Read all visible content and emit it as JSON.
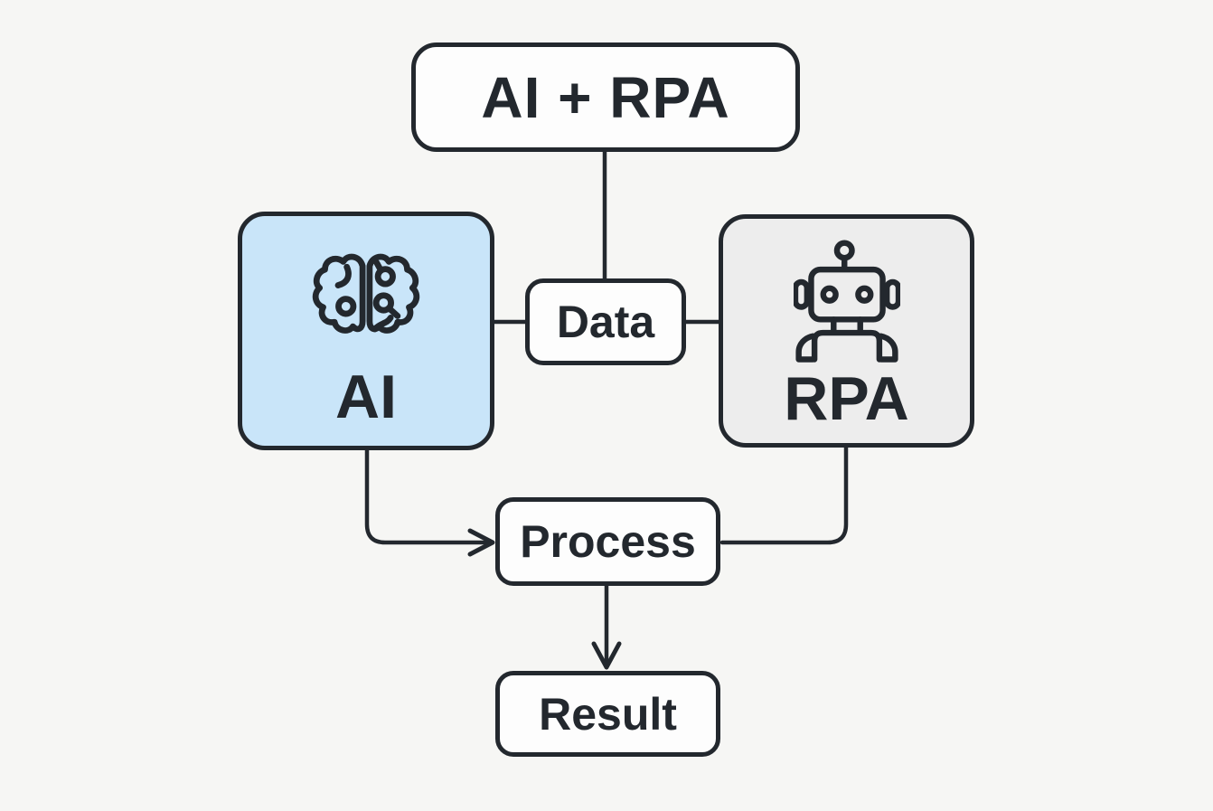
{
  "colors": {
    "background": "#f6f6f4",
    "stroke": "#23282e",
    "text": "#23282e",
    "node_fill": "#fdfdfd",
    "ai_fill": "#c9e5f9",
    "rpa_fill": "#ededed"
  },
  "diagram": {
    "nodes": {
      "title": {
        "label": "AI + RPA"
      },
      "ai": {
        "label": "AI",
        "icon": "brain-icon",
        "fill": "#c9e5f9"
      },
      "rpa": {
        "label": "RPA",
        "icon": "robot-icon",
        "fill": "#ededed"
      },
      "data": {
        "label": "Data"
      },
      "process": {
        "label": "Process"
      },
      "result": {
        "label": "Result"
      }
    },
    "connections": [
      {
        "from": "title",
        "to": "data",
        "arrow": false
      },
      {
        "from": "ai",
        "to": "data",
        "arrow": false
      },
      {
        "from": "data",
        "to": "rpa",
        "arrow": false
      },
      {
        "from": "ai",
        "to": "process",
        "arrow": true
      },
      {
        "from": "rpa",
        "to": "process",
        "arrow": false
      },
      {
        "from": "process",
        "to": "result",
        "arrow": true
      }
    ]
  }
}
